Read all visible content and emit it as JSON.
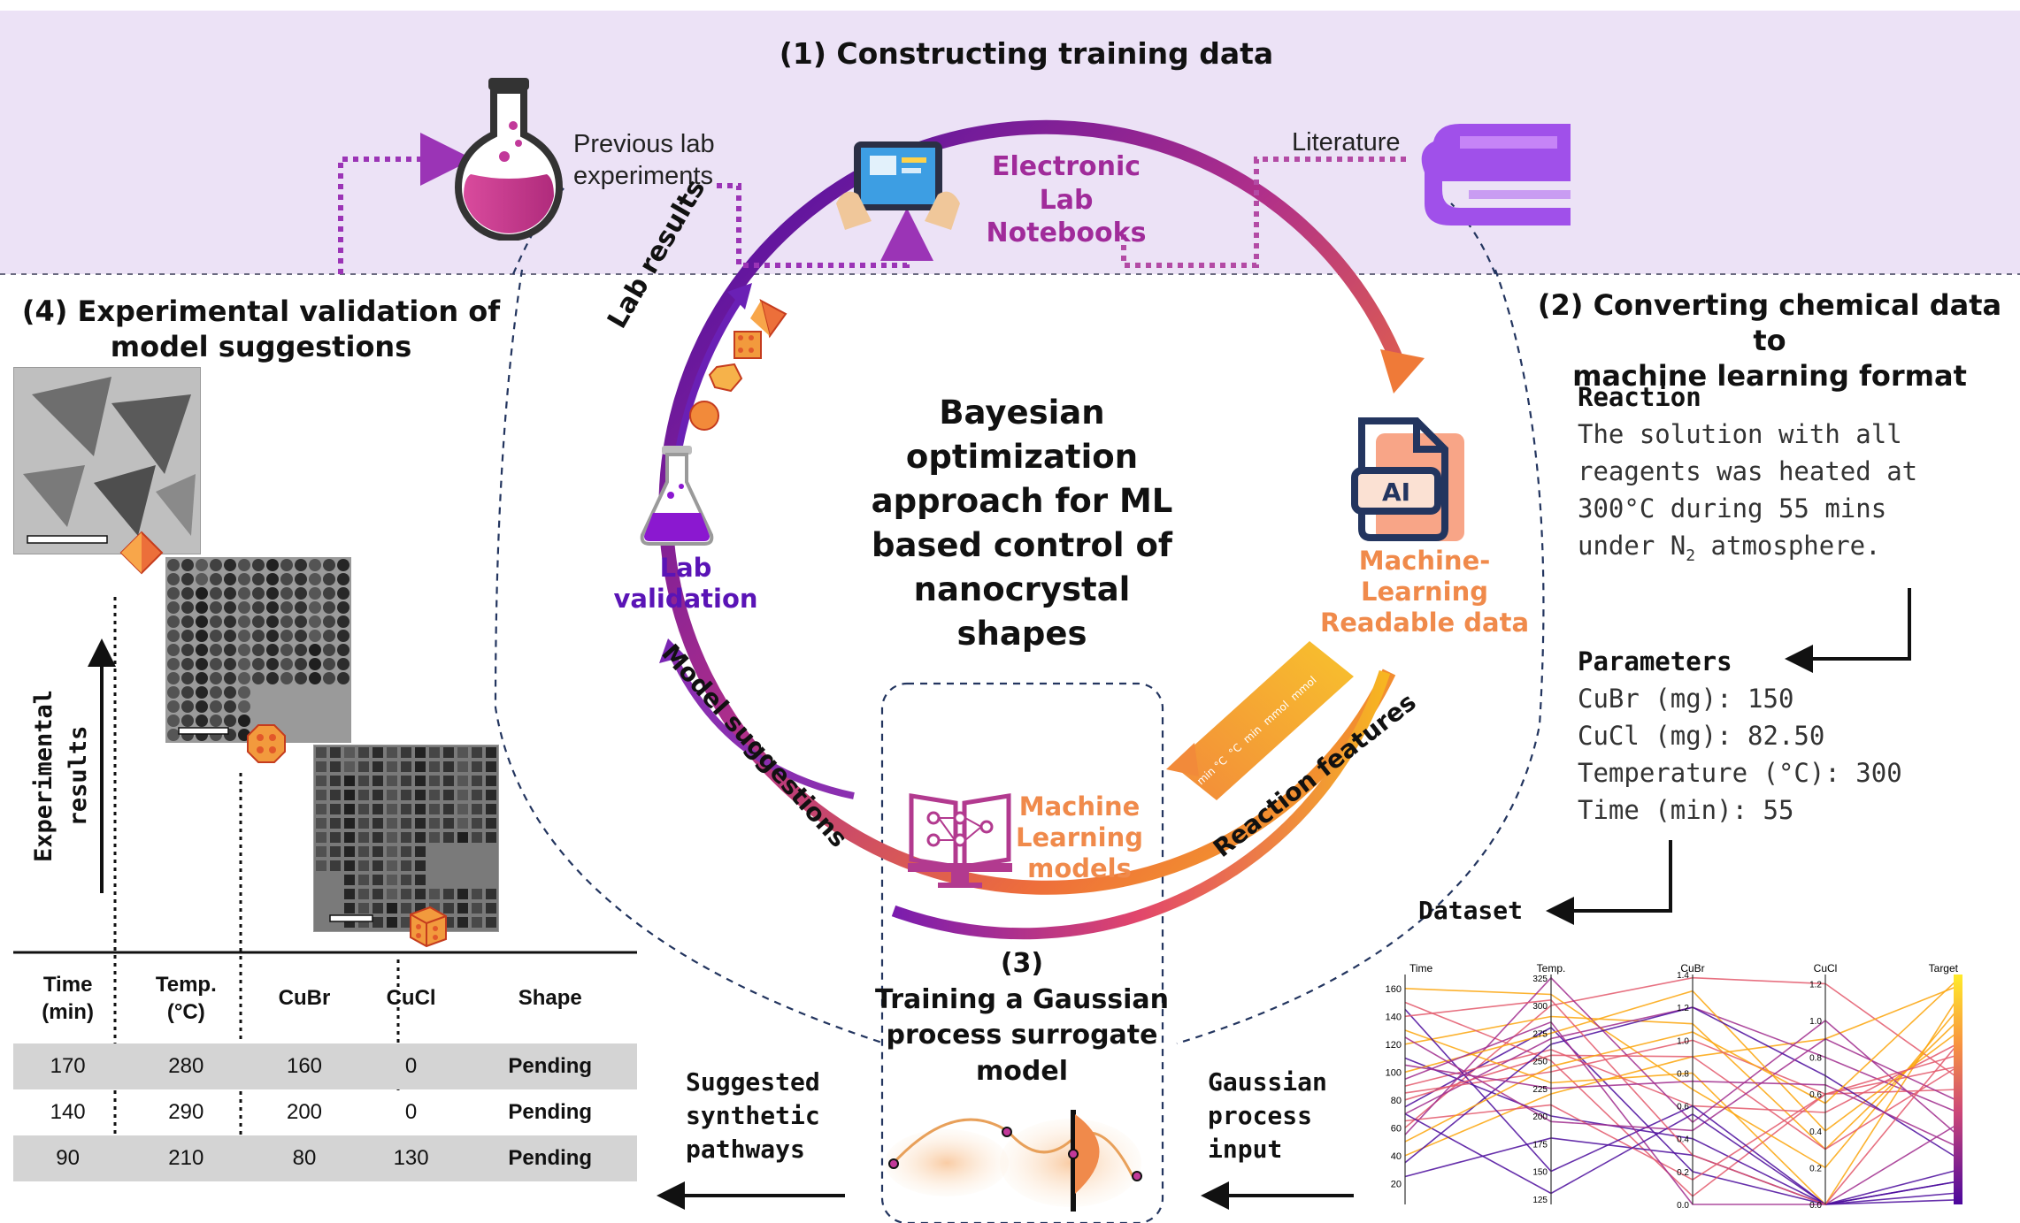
{
  "sections": {
    "s1": "(1) Constructing training data",
    "s2_line1": "(2) Converting chemical data to",
    "s2_line2": "machine learning format",
    "s3_num": "(3)",
    "s3_line1": "Training a Gaussian",
    "s3_line2": "process surrogate",
    "s3_line3": "model",
    "s4_line1": "(4) Experimental validation of",
    "s4_line2": "model suggestions"
  },
  "sources": {
    "previous_lab_1": "Previous lab",
    "previous_lab_2": "experiments",
    "eln_1": "Electronic Lab",
    "eln_2": "Notebooks",
    "literature": "Literature"
  },
  "center": {
    "line1": "Bayesian",
    "line2": "optimization",
    "line3": "approach for ML",
    "line4": "based control of",
    "line5": "nanocrystal",
    "line6": "shapes"
  },
  "cycle": {
    "lab_results": "Lab results",
    "lab_validation_1": "Lab",
    "lab_validation_2": "validation",
    "mlrd_1": "Machine-",
    "mlrd_2": "Learning",
    "mlrd_3": "Readable data",
    "ai_badge": "AI",
    "reaction_features": "Reaction features",
    "model_suggestions": "Model suggestions",
    "mlm_1": "Machine",
    "mlm_2": "Learning",
    "mlm_3": "models",
    "ribbon_1": "min °C",
    "ribbon_2": "°C",
    "ribbon_3": "min",
    "ribbon_4": "mmol",
    "ribbon_5": "mmol"
  },
  "reaction": {
    "heading": "Reaction",
    "l1": "The solution with all",
    "l2": "reagents was heated at",
    "l3": "300°C during 55 mins",
    "l4_pre": "under N",
    "l4_sub": "2",
    "l4_post": " atmosphere."
  },
  "parameters": {
    "heading": "Parameters",
    "cubr": "CuBr (mg): 150",
    "cucl": "CuCl (mg): 82.50",
    "temp": "Temperature (°C): 300",
    "time": "Time (min): 55"
  },
  "dataset_label": "Dataset",
  "gp_input": {
    "l1": "Gaussian",
    "l2": "process",
    "l3": "input"
  },
  "suggested": {
    "l1": "Suggested",
    "l2": "synthetic",
    "l3": "pathways"
  },
  "experimental_results": {
    "l1": "Experimental",
    "l2": "results"
  },
  "results_table": {
    "headers": [
      "Time\n(min)",
      "Temp.\n(°C)",
      "CuBr",
      "CuCl",
      "Shape"
    ],
    "rows": [
      [
        "170",
        "280",
        "160",
        "0",
        "Pending"
      ],
      [
        "140",
        "290",
        "200",
        "0",
        "Pending"
      ],
      [
        "90",
        "210",
        "80",
        "130",
        "Pending"
      ]
    ]
  },
  "chart_data": {
    "type": "parallel-coordinates",
    "axes": [
      {
        "label": "Time",
        "ticks": [
          "160",
          "140",
          "120",
          "100",
          "80",
          "60",
          "40",
          "20"
        ],
        "range": [
          5,
          170
        ]
      },
      {
        "label": "Temp.",
        "ticks": [
          "325",
          "300",
          "275",
          "250",
          "225",
          "200",
          "175",
          "150",
          "125"
        ],
        "range": [
          120,
          328
        ]
      },
      {
        "label": "CuBr",
        "ticks": [
          "1.4",
          "1.2",
          "1.0",
          "0.8",
          "0.6",
          "0.4",
          "0.2",
          "0.0"
        ],
        "range": [
          0,
          1.4
        ]
      },
      {
        "label": "CuCl",
        "ticks": [
          "1.2",
          "1.0",
          "0.8",
          "0.6",
          "0.4",
          "0.2",
          "0.0"
        ],
        "range": [
          0,
          1.25
        ]
      },
      {
        "label": "Target",
        "ticks": [],
        "range": [
          0,
          1
        ]
      }
    ],
    "colorscale": [
      "#ff0",
      "#fca50a",
      "#e3586b",
      "#a02c8d",
      "#4b0c9c"
    ],
    "samples": [
      [
        60,
        300,
        1.38,
        1.2,
        0.55
      ],
      [
        75,
        280,
        0.2,
        0.0,
        0.05
      ],
      [
        120,
        290,
        1.1,
        0.3,
        0.8
      ],
      [
        90,
        260,
        0.6,
        0.5,
        0.7
      ],
      [
        150,
        250,
        0.05,
        0.6,
        0.6
      ],
      [
        40,
        220,
        0.9,
        0.9,
        0.95
      ],
      [
        110,
        200,
        0.4,
        0.0,
        0.1
      ],
      [
        70,
        270,
        1.2,
        0.8,
        0.4
      ],
      [
        160,
        310,
        0.7,
        0.2,
        0.85
      ],
      [
        25,
        180,
        0.3,
        0.0,
        0.15
      ],
      [
        85,
        240,
        1.0,
        0.6,
        0.5
      ],
      [
        130,
        230,
        0.8,
        0.0,
        0.9
      ],
      [
        55,
        325,
        0.5,
        1.0,
        0.3
      ],
      [
        100,
        275,
        1.3,
        0.4,
        0.75
      ],
      [
        65,
        210,
        0.15,
        0.6,
        0.65
      ],
      [
        145,
        150,
        0.6,
        0.0,
        0.02
      ],
      [
        80,
        255,
        0.9,
        0.3,
        0.6
      ],
      [
        35,
        265,
        1.2,
        0.7,
        0.2
      ],
      [
        95,
        285,
        0.0,
        0.0,
        0.35
      ],
      [
        125,
        195,
        0.45,
        0.9,
        0.45
      ],
      [
        70,
        130,
        0.55,
        0.0,
        0.1
      ],
      [
        50,
        245,
        1.05,
        0.55,
        0.98
      ],
      [
        140,
        305,
        0.3,
        0.0,
        0.7
      ],
      [
        105,
        225,
        0.75,
        0.65,
        0.25
      ]
    ]
  },
  "colors": {
    "purple_band": "#ece2f6",
    "accent_purple": "#9b34b6",
    "accent_orange": "#f08a4b",
    "navy_dashed": "#23355f"
  }
}
